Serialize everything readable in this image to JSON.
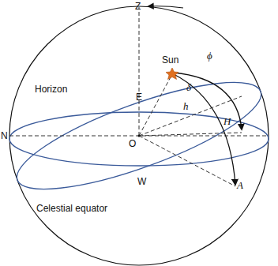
{
  "diagram": {
    "labels": [
      "Z",
      "Sun",
      "ϕ",
      "δ",
      "h",
      "H",
      "E",
      "Horizon",
      "N",
      "O",
      "W",
      "A",
      "Celestial equator"
    ]
  }
}
